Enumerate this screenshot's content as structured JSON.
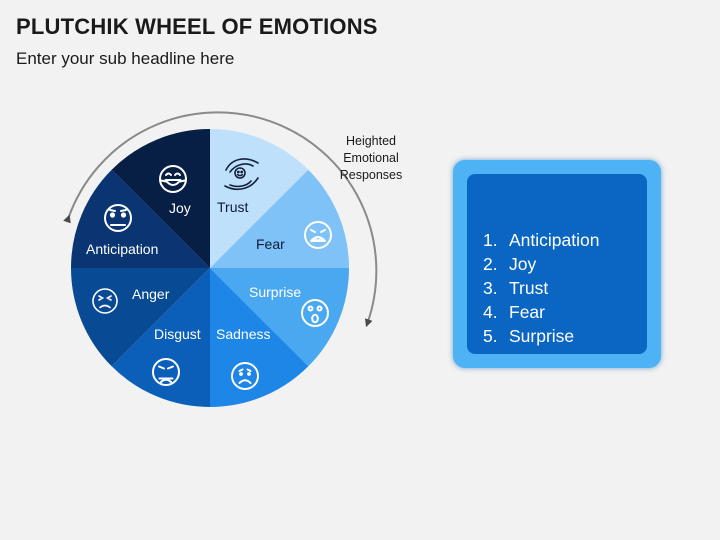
{
  "header": {
    "title": "PLUTCHIK WHEEL OF EMOTIONS",
    "subtitle": "Enter your sub headline here"
  },
  "wheel": {
    "annotation": [
      "Heighted",
      "Emotional",
      "Responses"
    ],
    "segments": [
      {
        "label": "Trust",
        "color": "#bfe0fb",
        "icon": "handshake-icon",
        "text_color": "#0d1b3a"
      },
      {
        "label": "Fear",
        "color": "#7ec2f7",
        "icon": "fear-face-icon",
        "text_color": "#0d1b3a"
      },
      {
        "label": "Surprise",
        "color": "#4aa8f0",
        "icon": "surprised-face-icon",
        "text_color": "#ffffff"
      },
      {
        "label": "Sadness",
        "color": "#1e86e6",
        "icon": "sad-face-icon",
        "text_color": "#ffffff"
      },
      {
        "label": "Disgust",
        "color": "#0c5fb9",
        "icon": "disgusted-face-icon",
        "text_color": "#ffffff"
      },
      {
        "label": "Anger",
        "color": "#084a94",
        "icon": "angry-face-icon",
        "text_color": "#ffffff"
      },
      {
        "label": "Anticipation",
        "color": "#0a3572",
        "icon": "anticipation-face-icon",
        "text_color": "#ffffff"
      },
      {
        "label": "Joy",
        "color": "#071e45",
        "icon": "joy-face-icon",
        "text_color": "#ffffff"
      }
    ]
  },
  "panel": {
    "items": [
      {
        "num": "1.",
        "label": "Anticipation"
      },
      {
        "num": "2.",
        "label": "Joy"
      },
      {
        "num": "3.",
        "label": "Trust"
      },
      {
        "num": "4.",
        "label": "Fear"
      },
      {
        "num": "5.",
        "label": "Surprise"
      }
    ]
  }
}
